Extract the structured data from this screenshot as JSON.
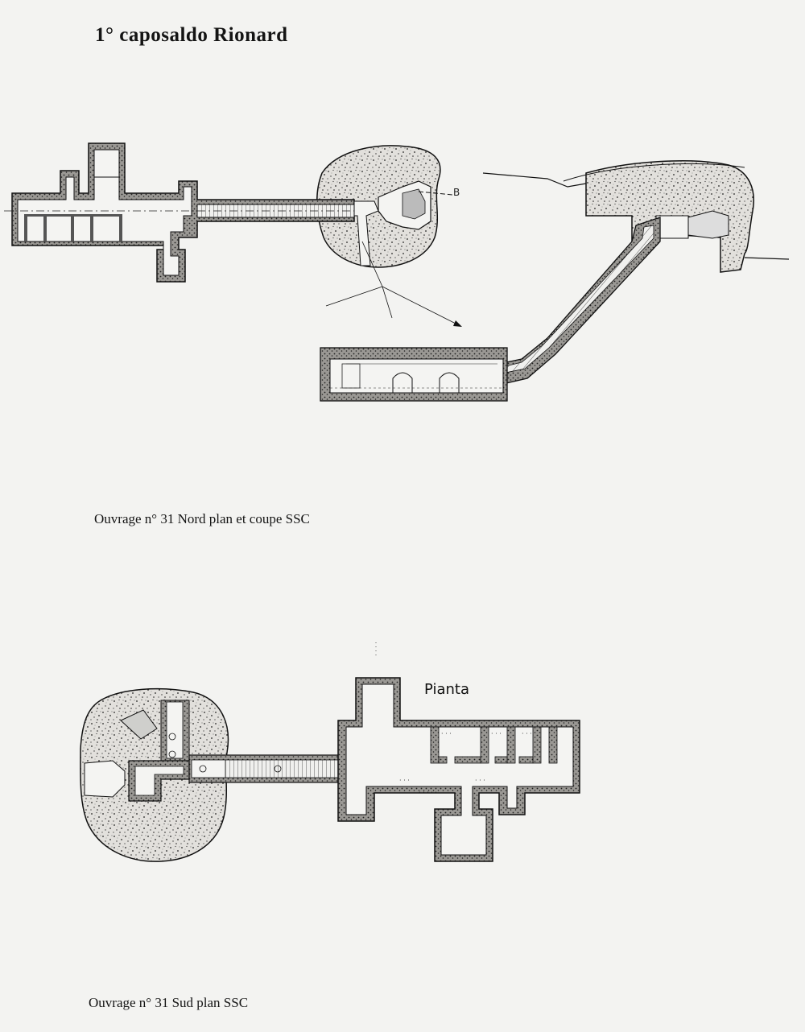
{
  "page": {
    "title": "1° caposaldo Rionard"
  },
  "figures": [
    {
      "id": "nord",
      "caption": "Ouvrage n° 31 Nord plan et coupe SSC",
      "marker_label": "B",
      "views": [
        "plan",
        "section"
      ]
    },
    {
      "id": "sud",
      "caption": "Ouvrage n° 31 Sud plan SSC",
      "heading": "Pianta",
      "views": [
        "plan"
      ]
    }
  ],
  "colors": {
    "paper": "#f3f3f1",
    "ink": "#141414",
    "rock_fill": "#d8d6d2"
  }
}
